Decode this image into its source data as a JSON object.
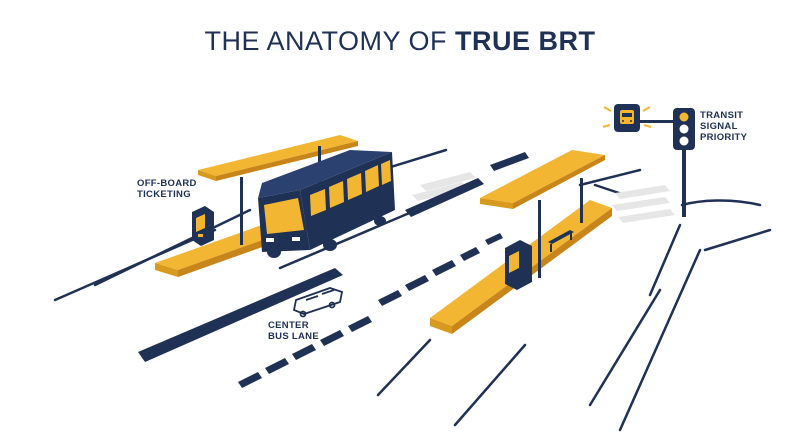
{
  "title": {
    "regular": "THE ANATOMY OF ",
    "bold": "TRUE BRT"
  },
  "labels": {
    "ticketing": [
      "OFF-BOARD",
      "TICKETING"
    ],
    "bus_lane": [
      "CENTER",
      "BUS LANE"
    ],
    "signal": [
      "TRANSIT",
      "SIGNAL",
      "PRIORITY"
    ]
  },
  "colors": {
    "navy": "#1f3155",
    "gold": "#f2b632",
    "gold_dark": "#d89a1c",
    "white": "#ffffff",
    "gray": "#e6e6e6"
  }
}
